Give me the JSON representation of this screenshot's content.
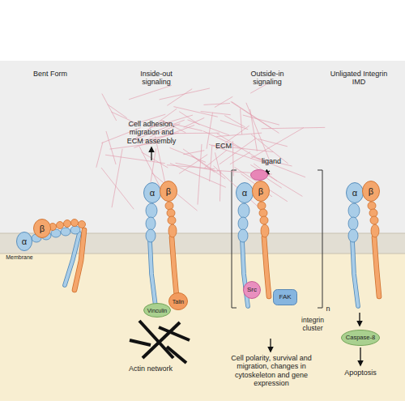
{
  "diagram": {
    "nodes": [
      {
        "text": [
          "β"
        ]
      },
      {
        "text": [
          "α"
        ]
      },
      {
        "text": [
          "α"
        ]
      },
      {
        "text": [
          "β"
        ]
      },
      {
        "text": [
          "Talin"
        ]
      },
      {
        "text": [
          "Vinculin"
        ]
      },
      {
        "text": [
          "ligand"
        ]
      },
      {
        "text": [
          "α"
        ]
      },
      {
        "text": [
          "β"
        ]
      },
      {
        "text": [
          "Src"
        ]
      },
      {
        "text": [
          "FAK"
        ]
      },
      {
        "text": [
          "α"
        ]
      },
      {
        "text": [
          "β"
        ]
      },
      {
        "text": [
          "Caspase-8"
        ]
      }
    ],
    "labels": [
      "Bent Form",
      "Inside-out signaling",
      "Outside-in signaling",
      "Unligated Integrin IMD",
      "Cell adhesion, migration and ECM assembly",
      "ECM",
      "Membrane",
      "Actin network",
      "n",
      "integrin cluster",
      "Cell polarity, survival and migration, changes in cytoskeleton and gene expression",
      "Apoptosis"
    ]
  }
}
